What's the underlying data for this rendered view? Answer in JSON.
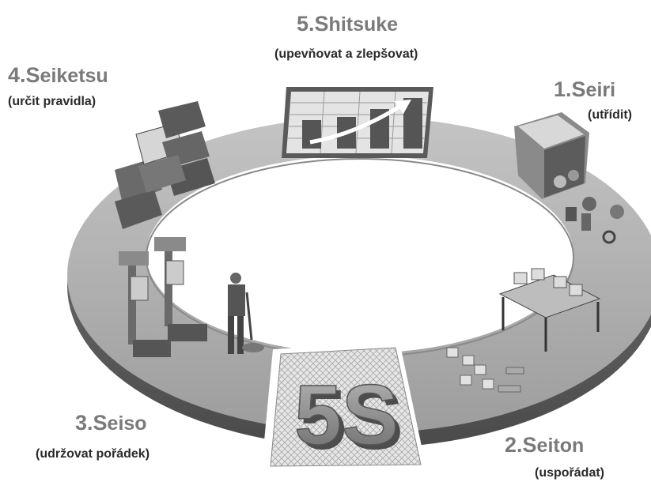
{
  "steps": [
    {
      "num": "5.",
      "initial": "S",
      "rest": "hitsuke",
      "subtitle": "(upevňovat a zlepšovat)"
    },
    {
      "num": "4.",
      "initial": "S",
      "rest": "eiketsu",
      "subtitle": "(určit pravidla)"
    },
    {
      "num": "1.",
      "initial": "S",
      "rest": "eiri",
      "subtitle": "(utřídit)"
    },
    {
      "num": "3.",
      "initial": "S",
      "rest": "eiso",
      "subtitle": "(udržovat pořádek)"
    },
    {
      "num": "2.",
      "initial": "S",
      "rest": "eiton",
      "subtitle": "(uspořádat)"
    }
  ],
  "center_text": "5S",
  "colors": {
    "label_gray": "#7a7a7a",
    "subtitle_dark": "#2a2a2a",
    "ring": "#a9a9a9",
    "ring_edge": "#6b6b6b"
  }
}
